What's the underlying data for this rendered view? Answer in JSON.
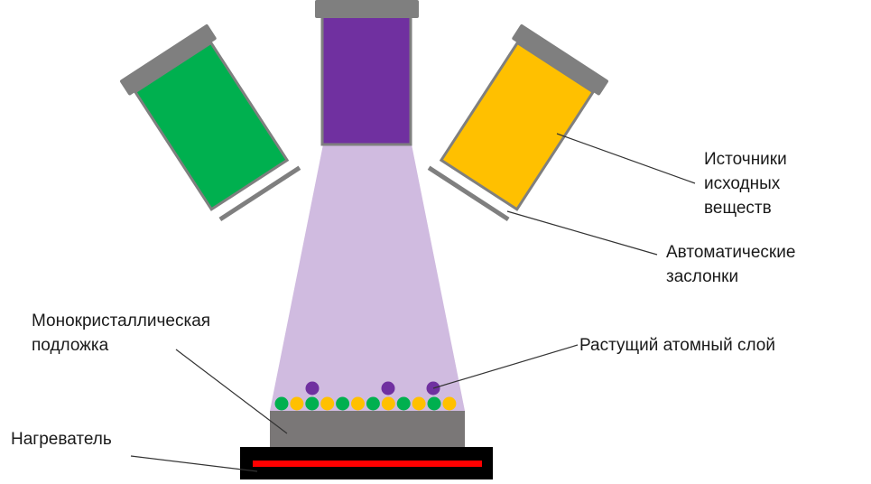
{
  "labels": {
    "sources_l1": "Источники",
    "sources_l2": "исходных",
    "sources_l3": "веществ",
    "shutters_l1": "Автоматические",
    "shutters_l2": "заслонки",
    "substrate_l1": "Монокристаллическая",
    "substrate_l2": "подложка",
    "growing_layer": "Растущий атомный слой",
    "heater": "Нагреватель"
  },
  "colors": {
    "source_green": "#00b04f",
    "source_purple": "#7030a0",
    "source_yellow": "#ffc000",
    "beam": "#d0bbe0",
    "housing": "#7f7f7f",
    "substrate": "#7a7777",
    "heater_body": "#000000",
    "heater_element": "#ff0000"
  },
  "atom_layer": {
    "bottom_row": [
      "green",
      "yellow",
      "green",
      "yellow",
      "green",
      "yellow",
      "green",
      "yellow",
      "green",
      "yellow",
      "green",
      "yellow"
    ],
    "top_row": [
      "purple",
      "purple",
      "purple"
    ]
  }
}
